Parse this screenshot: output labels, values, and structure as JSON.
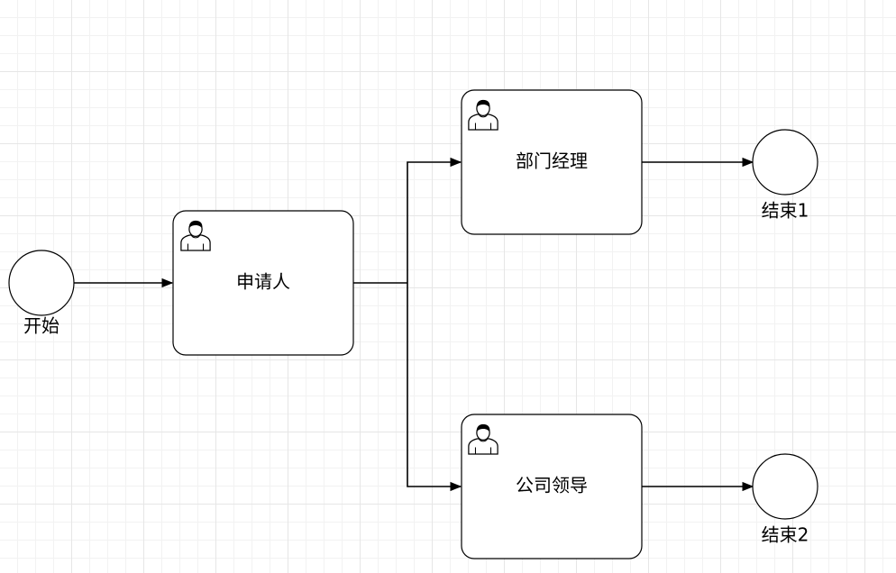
{
  "diagram": {
    "start_event": {
      "label": "开始"
    },
    "tasks": {
      "applicant": {
        "label": "申请人",
        "icon": "user-task-icon"
      },
      "dept_manager": {
        "label": "部门经理",
        "icon": "user-task-icon"
      },
      "company_leader": {
        "label": "公司领导",
        "icon": "user-task-icon"
      }
    },
    "end_events": {
      "end1": {
        "label": "结束1"
      },
      "end2": {
        "label": "结束2"
      }
    }
  }
}
